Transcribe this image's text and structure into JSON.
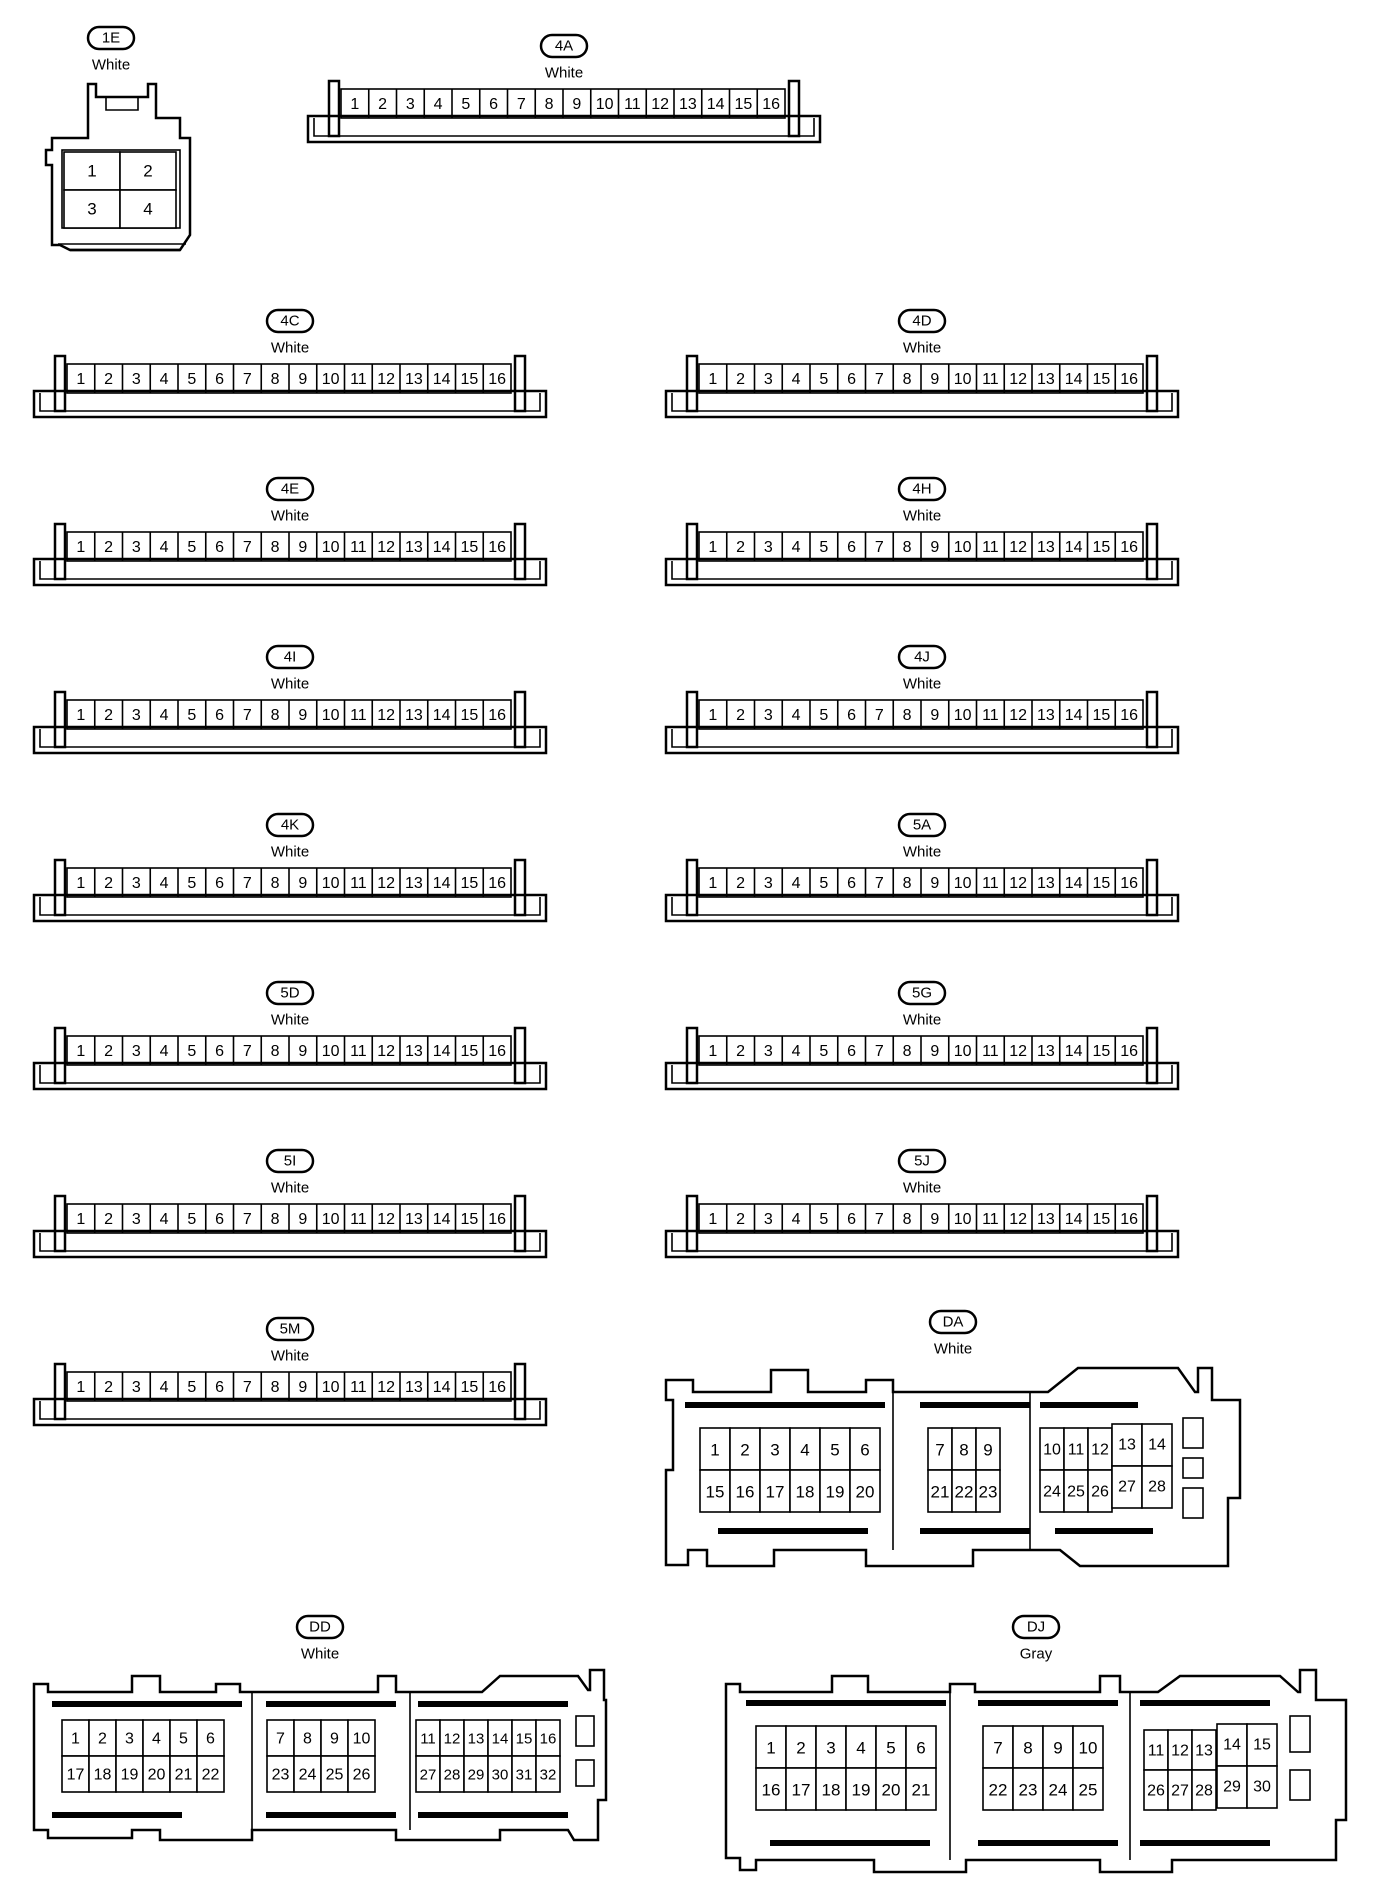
{
  "connectors_16pin": [
    {
      "id": "4A",
      "color": "White"
    },
    {
      "id": "4C",
      "color": "White"
    },
    {
      "id": "4D",
      "color": "White"
    },
    {
      "id": "4E",
      "color": "White"
    },
    {
      "id": "4H",
      "color": "White"
    },
    {
      "id": "4I",
      "color": "White"
    },
    {
      "id": "4J",
      "color": "White"
    },
    {
      "id": "4K",
      "color": "White"
    },
    {
      "id": "5A",
      "color": "White"
    },
    {
      "id": "5D",
      "color": "White"
    },
    {
      "id": "5G",
      "color": "White"
    },
    {
      "id": "5I",
      "color": "White"
    },
    {
      "id": "5J",
      "color": "White"
    },
    {
      "id": "5M",
      "color": "White"
    }
  ],
  "pins_16": [
    "1",
    "2",
    "3",
    "4",
    "5",
    "6",
    "7",
    "8",
    "9",
    "10",
    "11",
    "12",
    "13",
    "14",
    "15",
    "16"
  ],
  "connector_1E": {
    "id": "1E",
    "color": "White",
    "pins": [
      "1",
      "2",
      "3",
      "4"
    ]
  },
  "connector_DA": {
    "id": "DA",
    "color": "White",
    "groups": [
      {
        "top": [
          "1",
          "2",
          "3",
          "4",
          "5",
          "6"
        ],
        "bottom": [
          "15",
          "16",
          "17",
          "18",
          "19",
          "20"
        ]
      },
      {
        "top": [
          "7",
          "8",
          "9"
        ],
        "bottom": [
          "21",
          "22",
          "23"
        ]
      },
      {
        "top": [
          "10",
          "11",
          "12"
        ],
        "bottom": [
          "24",
          "25",
          "26"
        ],
        "extra_top": [
          "13",
          "14"
        ],
        "extra_bottom": [
          "27",
          "28"
        ]
      }
    ]
  },
  "connector_DD": {
    "id": "DD",
    "color": "White",
    "groups": [
      {
        "top": [
          "1",
          "2",
          "3",
          "4",
          "5",
          "6"
        ],
        "bottom": [
          "17",
          "18",
          "19",
          "20",
          "21",
          "22"
        ]
      },
      {
        "top": [
          "7",
          "8",
          "9",
          "10"
        ],
        "bottom": [
          "23",
          "24",
          "25",
          "26"
        ]
      },
      {
        "top": [
          "11",
          "12",
          "13",
          "14",
          "15",
          "16"
        ],
        "bottom": [
          "27",
          "28",
          "29",
          "30",
          "31",
          "32"
        ]
      }
    ]
  },
  "connector_DJ": {
    "id": "DJ",
    "color": "Gray",
    "groups": [
      {
        "top": [
          "1",
          "2",
          "3",
          "4",
          "5",
          "6"
        ],
        "bottom": [
          "16",
          "17",
          "18",
          "19",
          "20",
          "21"
        ]
      },
      {
        "top": [
          "7",
          "8",
          "9",
          "10"
        ],
        "bottom": [
          "22",
          "23",
          "24",
          "25"
        ]
      },
      {
        "top": [
          "11",
          "12",
          "13"
        ],
        "bottom": [
          "26",
          "27",
          "28"
        ],
        "extra_top": [
          "14",
          "15"
        ],
        "extra_bottom": [
          "29",
          "30"
        ]
      }
    ]
  }
}
